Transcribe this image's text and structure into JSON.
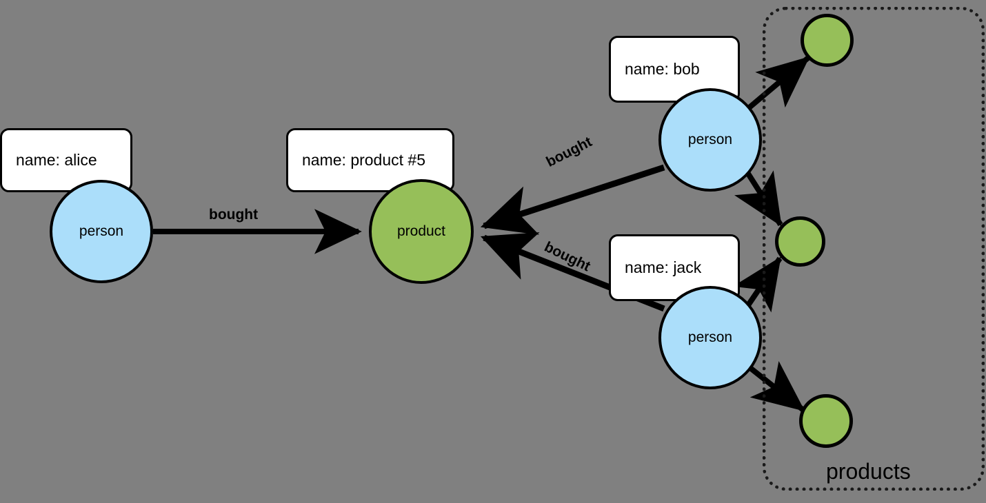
{
  "diagram": {
    "title": "graph-model-diagram",
    "background_color": "#808080",
    "person_color": "#abdefa",
    "product_color": "#96bf59",
    "edge_color": "#000000",
    "property_box_color": "#ffffff"
  },
  "nodes": [
    {
      "id": "alice",
      "label": "person",
      "type": "person"
    },
    {
      "id": "product5",
      "label": "product",
      "type": "product"
    },
    {
      "id": "bob",
      "label": "person",
      "type": "person"
    },
    {
      "id": "jack",
      "label": "person",
      "type": "person"
    },
    {
      "id": "prod_top",
      "label": "",
      "type": "product"
    },
    {
      "id": "prod_mid",
      "label": "",
      "type": "product"
    },
    {
      "id": "prod_bot",
      "label": "",
      "type": "product"
    }
  ],
  "property_boxes": [
    {
      "for": "alice",
      "text": "name: alice"
    },
    {
      "for": "product5",
      "text": "name: product #5"
    },
    {
      "for": "bob",
      "text": "name: bob"
    },
    {
      "for": "jack",
      "text": "name: jack"
    }
  ],
  "edges": [
    {
      "from": "alice",
      "to": "product5",
      "label": "bought"
    },
    {
      "from": "bob",
      "to": "product5",
      "label": "bought"
    },
    {
      "from": "jack",
      "to": "product5",
      "label": "bought"
    },
    {
      "from": "bob",
      "to": "prod_top",
      "label": ""
    },
    {
      "from": "bob",
      "to": "prod_mid",
      "label": ""
    },
    {
      "from": "jack",
      "to": "prod_mid",
      "label": ""
    },
    {
      "from": "jack",
      "to": "prod_bot",
      "label": ""
    }
  ],
  "groups": [
    {
      "id": "products",
      "label": "products"
    }
  ]
}
